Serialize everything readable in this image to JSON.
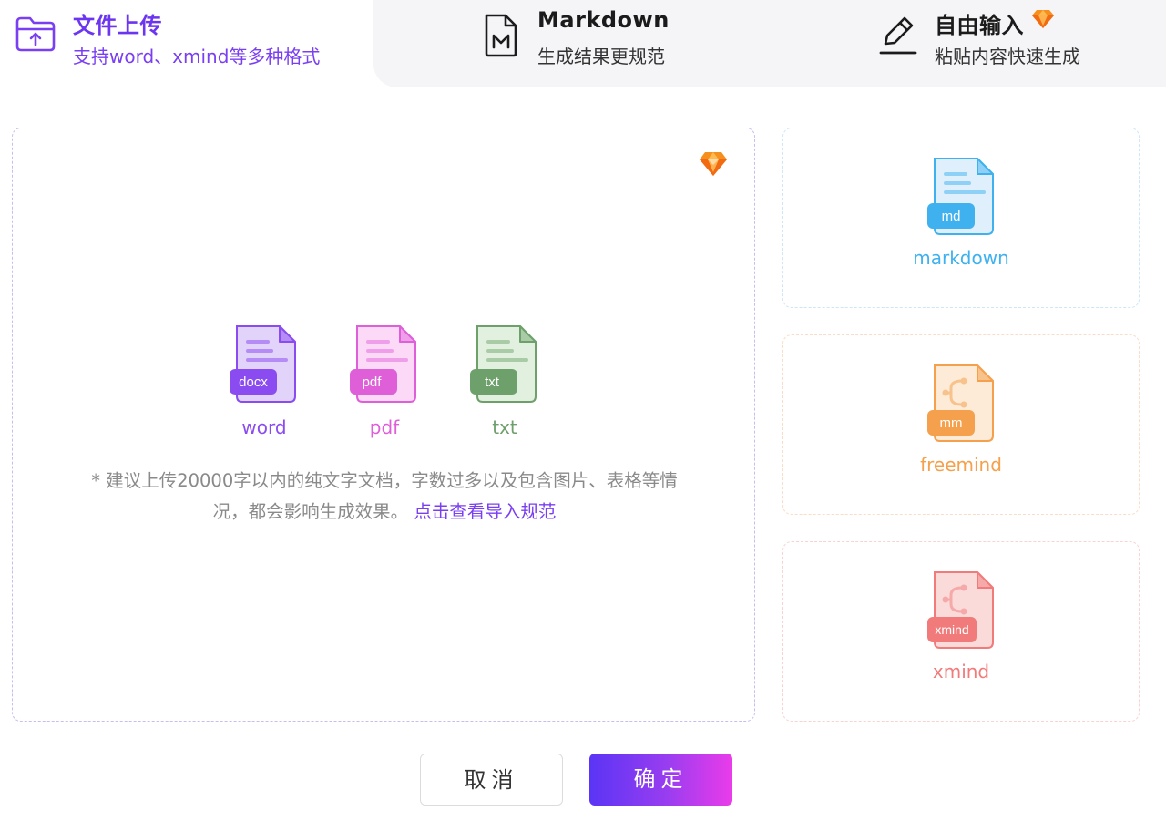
{
  "tabs": {
    "upload": {
      "title": "文件上传",
      "subtitle": "支持word、xmind等多种格式"
    },
    "markdown": {
      "title": "Markdown",
      "subtitle": "生成结果更规范"
    },
    "free": {
      "title": "自由输入",
      "subtitle": "粘贴内容快速生成"
    }
  },
  "upload_area": {
    "file_types": [
      {
        "label": "word",
        "badge": "docx",
        "color": "#8a4cf0"
      },
      {
        "label": "pdf",
        "badge": "pdf",
        "color": "#de5fd8"
      },
      {
        "label": "txt",
        "badge": "txt",
        "color": "#6ea06b"
      }
    ],
    "hint_line1": "* 建议上传20000字以内的纯文字文档，字数过多以及包含图片、表格等情",
    "hint_line2": "况，都会影响生成效果。",
    "hint_link": "点击查看导入规范"
  },
  "formats": [
    {
      "label": "markdown",
      "badge": "md",
      "color": "#3fb1ee"
    },
    {
      "label": "freemind",
      "badge": "mm",
      "color": "#f4a04c"
    },
    {
      "label": "xmind",
      "badge": "xmind",
      "color": "#f17b7b"
    }
  ],
  "buttons": {
    "cancel": "取消",
    "ok": "确定"
  },
  "colors": {
    "accent": "#7a3ff2",
    "gem": "#f5901e"
  }
}
